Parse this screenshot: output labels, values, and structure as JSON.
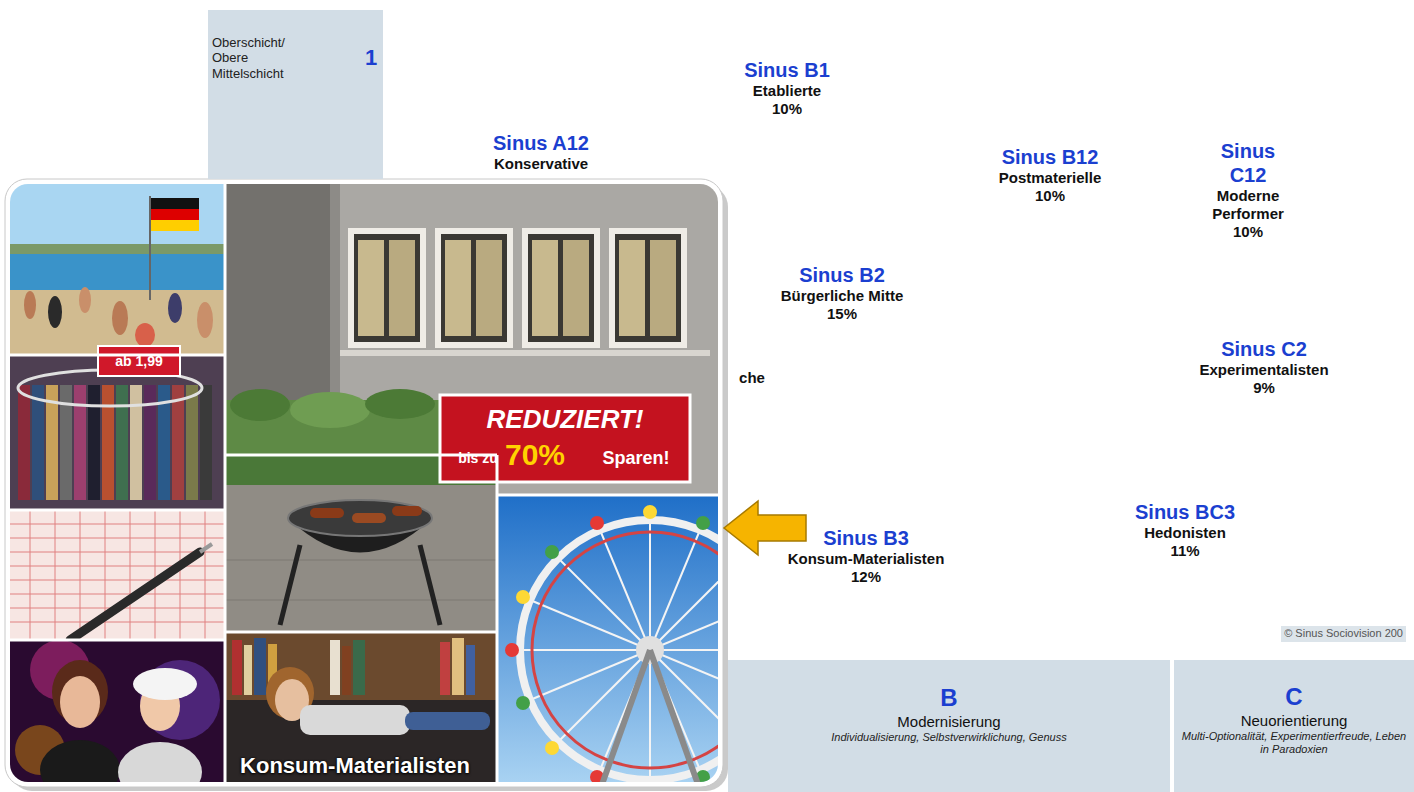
{
  "diagram": {
    "nodes": [
      {
        "text": [
          "Oberschicht/ Obere Mittelschicht",
          "1"
        ]
      },
      {
        "text": [
          "Sinus A12",
          "Konservative"
        ]
      },
      {
        "text": [
          "Sinus B1",
          "Etablierte",
          "10%"
        ]
      },
      {
        "text": [
          "Sinus B12",
          "Postmaterielle",
          "10%"
        ]
      },
      {
        "text": [
          "Sinus C12",
          "Moderne Performer",
          "10%"
        ]
      },
      {
        "text": [
          "Sinus B2",
          "Bürgerliche Mitte",
          "15%"
        ]
      },
      {
        "text": [
          "che"
        ]
      },
      {
        "text": [
          "Sinus C2",
          "Experimentalisten",
          "9%"
        ]
      },
      {
        "text": [
          "Sinus B3",
          "Konsum-Materialisten",
          "12%"
        ]
      },
      {
        "text": [
          "Sinus BC3",
          "Hedonisten",
          "11%"
        ]
      },
      {
        "text": [
          "B",
          "Modernisierung",
          "Individualisierung, Selbstverwirklichung, Genuss"
        ]
      },
      {
        "text": [
          "C",
          "Neuorientierung",
          "Multi-Optionalität, Experimentierfreude, Leben in Paradoxien"
        ]
      },
      {
        "text": [
          "Konsum-Materialisten"
        ]
      }
    ],
    "edges": [
      {
        "from": 8,
        "to": 12,
        "arrow": "to"
      }
    ],
    "labels": [
      "ab 1,99",
      "REDUZIERT!",
      "bis zu",
      "70%",
      "Sparen!",
      "© Sinus Sociovision 200"
    ]
  }
}
